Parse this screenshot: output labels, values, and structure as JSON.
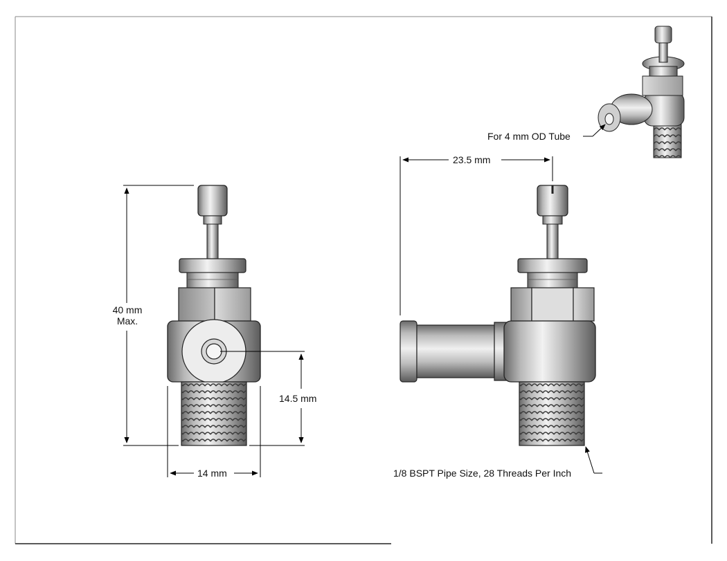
{
  "dimensions": {
    "height_label_line1": "40 mm",
    "height_label_line2": "Max.",
    "port_height_label": "14.5 mm",
    "width_label": "14 mm",
    "length_label": "23.5 mm"
  },
  "callouts": {
    "tube": "For 4 mm OD Tube",
    "thread": "1/8 BSPT Pipe Size, 28 Threads Per Inch"
  },
  "colors": {
    "metal_light": "#ececec",
    "metal_mid": "#b4b4b4",
    "metal_dark": "#5a5a5a",
    "outline": "#222222",
    "line": "#000000"
  }
}
